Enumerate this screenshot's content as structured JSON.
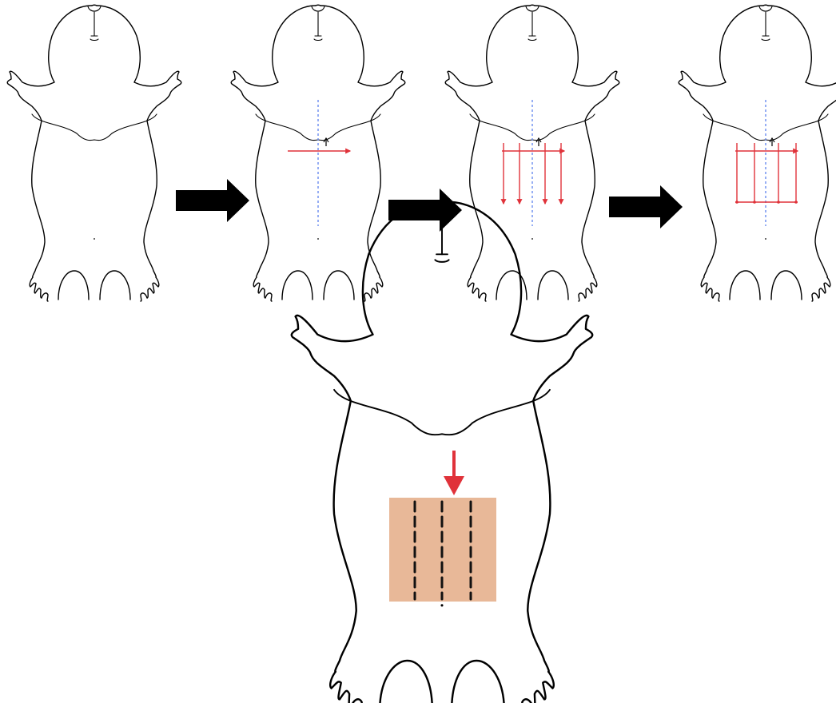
{
  "steps": [
    "step-1-outline",
    "step-2-first-incision",
    "step-3-vertical-incisions",
    "step-4-closed-grid"
  ],
  "colors": {
    "outline": "#000000",
    "midline": "#6a8cf0",
    "incision": "#e0323a",
    "skin_patch": "#e8b898",
    "arrow": "#000000",
    "dashes": "#111111"
  },
  "icons": {
    "sequence_arrow": "right-block-arrow",
    "pointer_arrow": "down-arrow",
    "xiphoid_marker": "small-up-arrow"
  }
}
